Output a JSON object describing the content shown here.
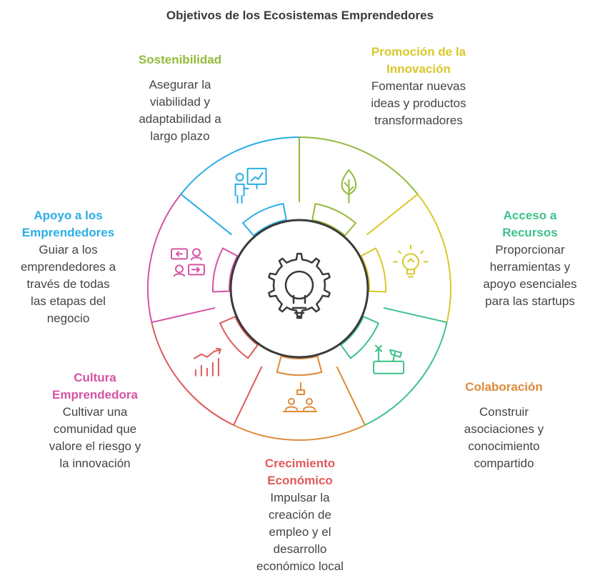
{
  "title": "Objetivos de los Ecosistemas Emprendedores",
  "center_icon": "gear-bulb-icon",
  "colors": {
    "ring_stroke": "#3a3a3a",
    "description_text": "#444444",
    "title_text": "#3a3a3a"
  },
  "segments": [
    {
      "key": "sostenibilidad",
      "heading": "Sostenibilidad",
      "description": "Asegurar la\nviabilidad y\nadaptabilidad a\nlargo plazo",
      "color": "#93bb3a",
      "icon": "plant-icon"
    },
    {
      "key": "innovacion",
      "heading": "Promoción de la\nInnovación",
      "description": "Fomentar nuevas\nideas y productos\ntransformadores",
      "color": "#d8c82a",
      "icon": "lightbulb-icon"
    },
    {
      "key": "recursos",
      "heading": "Acceso a\nRecursos",
      "description": "Proporcionar\nherramientas y\napoyo esenciales\npara las startups",
      "color": "#3ec18a",
      "icon": "toolbox-icon"
    },
    {
      "key": "colaboracion",
      "heading": "Colaboración",
      "description": "Construir\nasociaciones y\nconocimiento\ncompartido",
      "color": "#de8a3a",
      "icon": "collaboration-icon"
    },
    {
      "key": "crecimiento",
      "heading": "Crecimiento\nEconómico",
      "description": "Impulsar la\ncreación de\nempleo y el\ndesarrollo\neconómico local",
      "color": "#df5a5a",
      "icon": "growth-chart-icon"
    },
    {
      "key": "cultura",
      "heading": "Cultura\nEmprendedora",
      "description": "Cultivar una\ncomunidad que\nvalore el riesgo y\nla innovación",
      "color": "#d553a4",
      "icon": "conversation-icon"
    },
    {
      "key": "apoyo",
      "heading": "Apoyo a los\nEmprendedores",
      "description": "Guiar a los\nemprendedores a\ntravés de todas\nlas etapas del\nnegocio",
      "color": "#2aaee6",
      "icon": "presentation-icon"
    }
  ]
}
